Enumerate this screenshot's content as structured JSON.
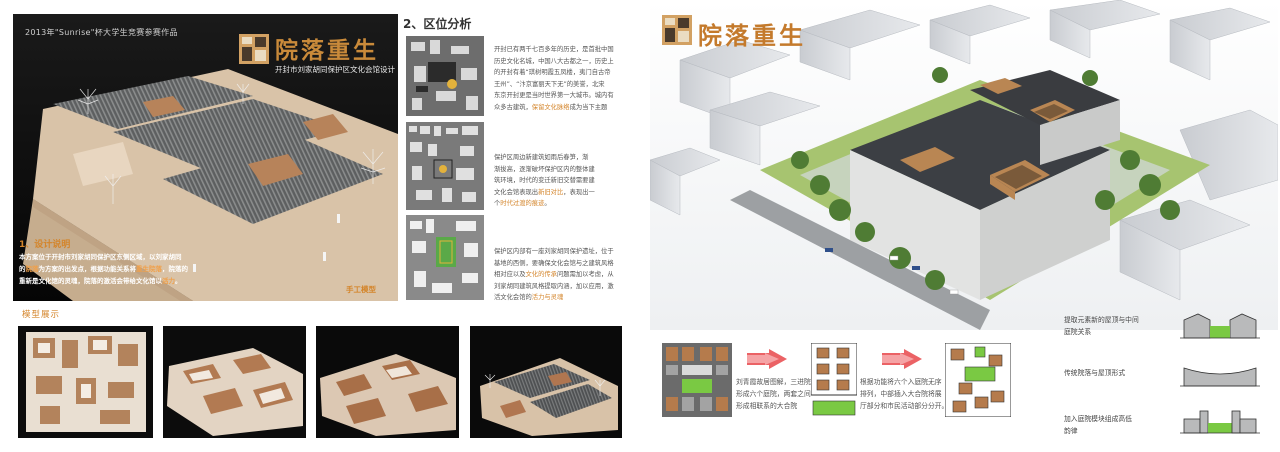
{
  "left": {
    "competition_title": "2013年\"Sunrise\"杯大学生竞赛参赛作品",
    "brand_title": "院落重生",
    "project_subtitle": "开封市刘家胡同保护区文化会馆设计",
    "design": {
      "heading": "1、设计说明",
      "line1": "本方案位于开封市刘家胡同保护区东侧区域，以刘家胡同",
      "line2_a": "的",
      "line2_hl": "院落",
      "line2_b": "为方案的出发点，根据功能关系将",
      "line2_hl2": "重生院落",
      "line2_c": "，院落的",
      "line3": "重新是文化馆的灵魂，院落的激活会带给文化馆以",
      "line3_hl": "活力",
      "line3_end": "。"
    },
    "model_caption": "手工模型",
    "analysis": {
      "heading": "2、区位分析",
      "block1": {
        "l1": "开封已有两千七百多年的历史，是首批中国",
        "l2": "历史文化名城，中国八大古都之一，历史上",
        "l3": "的开封有着“琪树明霞五凤楼，夷门自古帝",
        "l4": "王州”、“汴京富丽天下无”的美誉，北宋",
        "l5": "东京开封更是当时世界第一大城市。城内有",
        "l6": "众多古建筑，",
        "l6_hl": "保留文化脉络",
        "l6_end": "成为当下主题"
      },
      "block2": {
        "l1": "保护区周边新建筑如雨后春笋，渐",
        "l2": "渐拔高，逐渐破坏保护区内的整体建",
        "l3": "筑环境，时代的变迁新旧交替需要建",
        "l4_a": "文化会馆表现出",
        "l4_hl": "新旧对比",
        "l4_b": "，表现出一",
        "l5_a": "个",
        "l5_hl": "时代过渡的痕迹",
        "l5_b": "。"
      },
      "block3": {
        "l1": "保护区内部有一座刘家胡同保护遗址，位于",
        "l2": "基地的西侧，要确保文化会馆与之建筑风格",
        "l3_a": "相对应以及",
        "l3_hl": "文化的传承",
        "l3_b": "问题需加以考虑，从",
        "l4": "刘家胡同建筑风格提取内涵，加以应用，激",
        "l5_a": "活文化会馆的",
        "l5_hl": "活力与灵魂"
      }
    },
    "model_show_heading": "模型展示"
  },
  "right": {
    "title": "院落重生",
    "diagram": {
      "step1_l1": "刘青霞故居图解，三进院",
      "step1_l2": "形成六个庭院，两套之间",
      "step1_l3": "形成相联系的大合院",
      "step2_l1": "根据功能将六个入庭院无序",
      "step2_l2": "排列，中部插入大合院将展",
      "step2_l3": "厅部分和市民活动部分分开。"
    },
    "features": {
      "f1_l1": "提取元素新的屋顶与中间",
      "f1_l2": "庭院关系",
      "f2": "传统院落与屋顶形式",
      "f3_l1": "加入庭院模块组成高低",
      "f3_l2": "韵律"
    }
  },
  "colors": {
    "accent_orange": "#d4852b",
    "title_gold": "#c98a3a",
    "diagram_green": "#7ac943",
    "arrow_red": "#e8474a",
    "wood": "#b97a4a",
    "roof": "#3b3d40"
  }
}
